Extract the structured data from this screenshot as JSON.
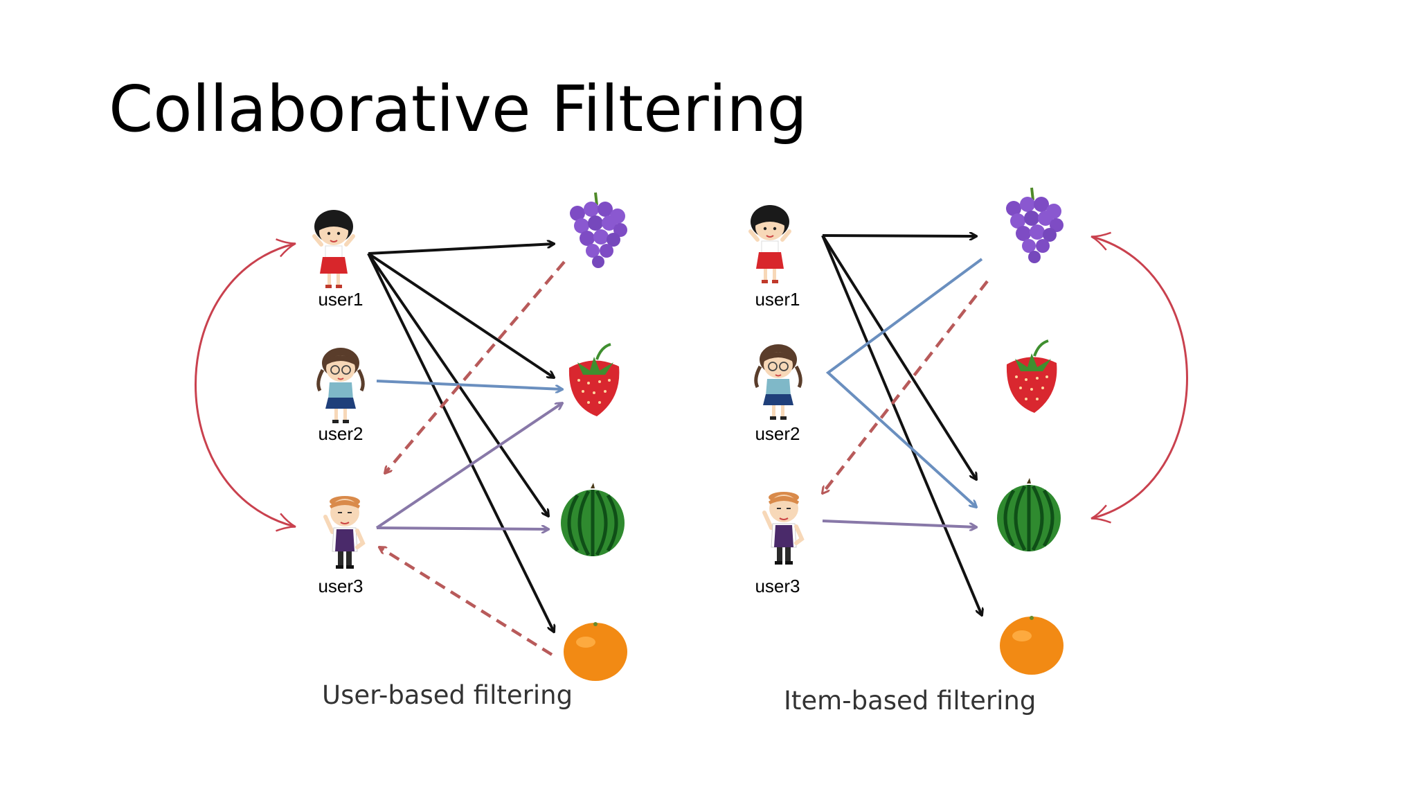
{
  "slide": {
    "title": "Collaborative Filtering"
  },
  "user_based": {
    "caption": "User-based filtering",
    "users": [
      {
        "label": "user1",
        "icon": "girl-red-dress-icon"
      },
      {
        "label": "user2",
        "icon": "girl-glasses-icon"
      },
      {
        "label": "user3",
        "icon": "boy-vest-icon"
      }
    ],
    "items": [
      {
        "icon": "grapes-icon"
      },
      {
        "icon": "strawberry-icon"
      },
      {
        "icon": "watermelon-icon"
      },
      {
        "icon": "orange-icon"
      }
    ]
  },
  "item_based": {
    "caption": "Item-based filtering",
    "users": [
      {
        "label": "user1",
        "icon": "girl-red-dress-icon"
      },
      {
        "label": "user2",
        "icon": "girl-glasses-icon"
      },
      {
        "label": "user3",
        "icon": "boy-vest-icon"
      }
    ],
    "items": [
      {
        "icon": "grapes-icon"
      },
      {
        "icon": "strawberry-icon"
      },
      {
        "icon": "watermelon-icon"
      },
      {
        "icon": "orange-icon"
      }
    ]
  },
  "colors": {
    "liked_by_user1": "#111111",
    "liked_by_user2": "#6a8fbf",
    "liked_by_user3": "#8878a8",
    "recommendation": "#b85a5a",
    "similarity_arc": "#c9414e"
  }
}
